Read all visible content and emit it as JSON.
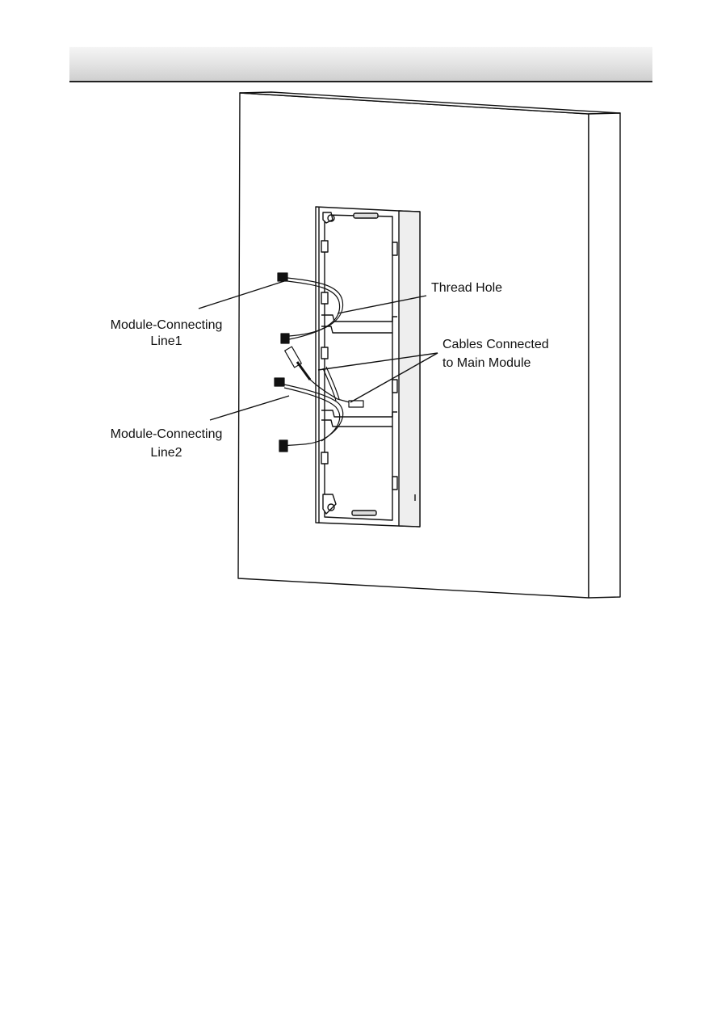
{
  "diagram": {
    "labels": {
      "thread_hole": "Thread Hole",
      "cables_line1": "Cables Connected",
      "cables_line2": "to Main Module",
      "mcl1_line1": "Module-Connecting",
      "mcl1_line2": "Line1",
      "mcl2_line1": "Module-Connecting",
      "mcl2_line2": "Line2"
    }
  }
}
